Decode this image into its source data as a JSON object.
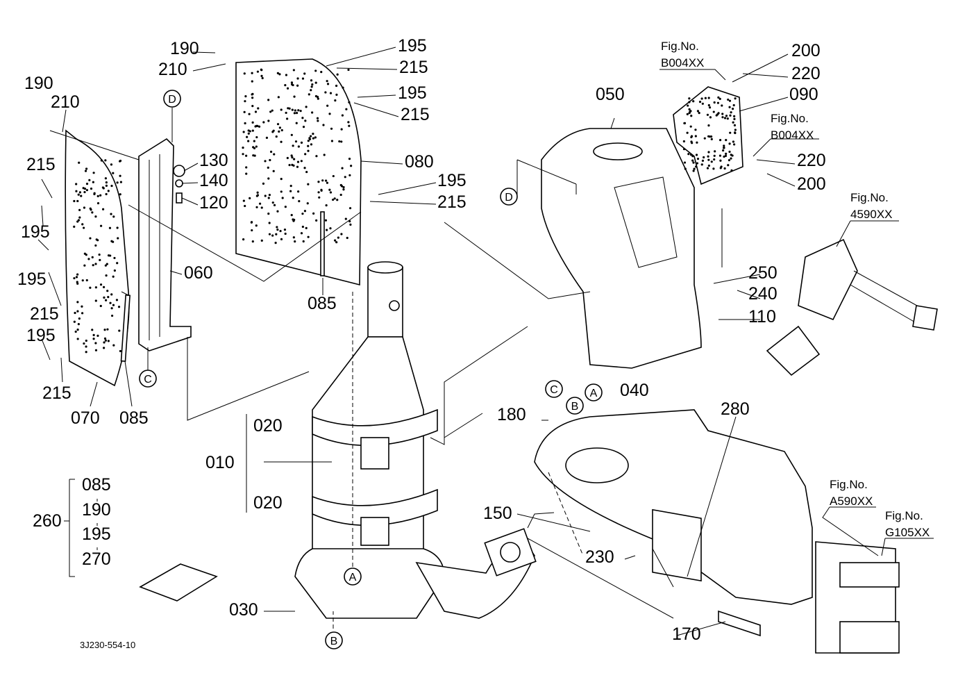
{
  "diagram": {
    "drawing_code": "3J230-554-10",
    "callouts": [
      "190",
      "210",
      "195",
      "215",
      "195",
      "215",
      "080",
      "195",
      "215",
      "085",
      "190",
      "210",
      "215",
      "195",
      "195",
      "215",
      "195",
      "215",
      "070",
      "085",
      "130",
      "140",
      "120",
      "060",
      "050",
      "200",
      "220",
      "090",
      "220",
      "200",
      "250",
      "240",
      "110",
      "020",
      "010",
      "020",
      "180",
      "040",
      "280",
      "150",
      "230",
      "170",
      "030",
      "260",
      "085",
      "190",
      "195",
      "270"
    ],
    "reference_letters": [
      "D",
      "C",
      "D",
      "C",
      "B",
      "A",
      "A",
      "B"
    ],
    "figure_refs": [
      {
        "label": "Fig.No.",
        "code": "B004XX"
      },
      {
        "label": "Fig.No.",
        "code": "B004XX"
      },
      {
        "label": "Fig.No.",
        "code": "4590XX"
      },
      {
        "label": "Fig.No.",
        "code": "A590XX"
      },
      {
        "label": "Fig.No.",
        "code": "G105XX"
      }
    ]
  }
}
